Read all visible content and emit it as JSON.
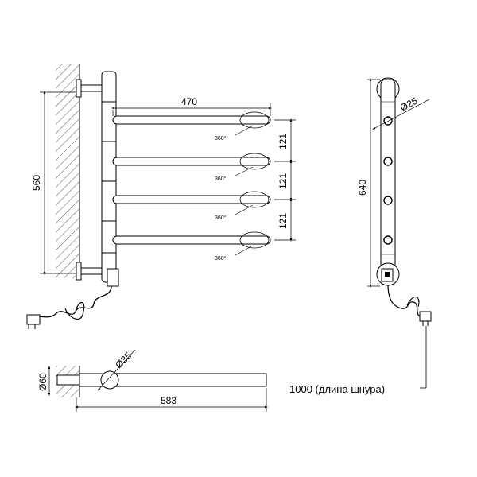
{
  "dimensions": {
    "rail_length": "470",
    "height_total": "560",
    "spacing": [
      "121",
      "121",
      "121"
    ],
    "rotation": [
      "360°",
      "360°",
      "360°",
      "360°"
    ],
    "side_height": "640",
    "side_diameter": "Ø25",
    "bottom_diameter": "Ø35",
    "bottom_depth": "Ø60",
    "bottom_length": "583",
    "cord_length": "1000 (длина шнура)"
  }
}
